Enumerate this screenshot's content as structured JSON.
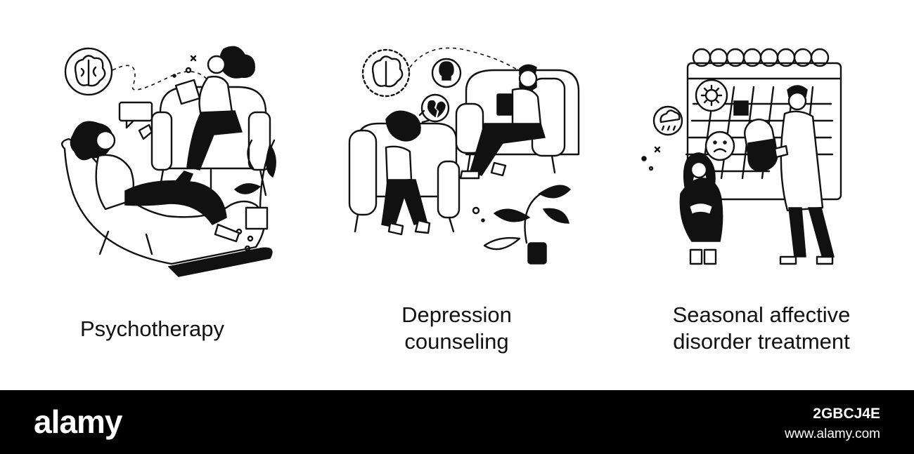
{
  "panels": [
    {
      "caption_lines": [
        "Psychotherapy"
      ]
    },
    {
      "caption_lines": [
        "Depression",
        "counseling"
      ]
    },
    {
      "caption_lines": [
        "Seasonal affective",
        "disorder treatment"
      ]
    }
  ],
  "footer": {
    "brand": "alamy",
    "image_id": "2GBCJ4E",
    "site": "www.alamy.com"
  },
  "colors": {
    "ink": "#111111",
    "background": "#ffffff",
    "footer": "#000000"
  }
}
